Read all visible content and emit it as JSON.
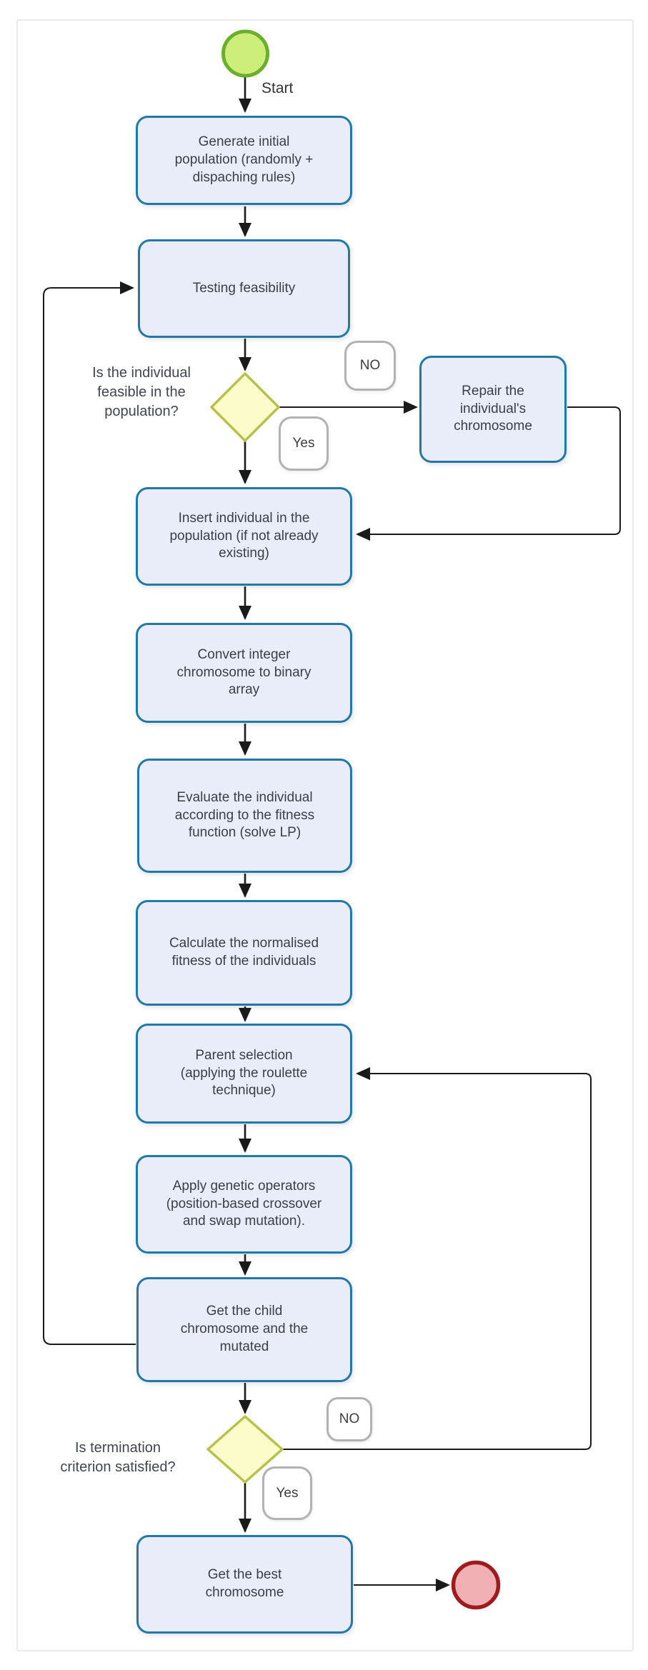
{
  "diagram": {
    "kind": "flowchart",
    "start_label": "Start",
    "nodes": {
      "generate": {
        "label": "Generate initial\npopulation (randomly +\ndispaching rules)"
      },
      "testing": {
        "label": "Testing feasibility"
      },
      "repair": {
        "label": "Repair the\nindividual's\nchromosome"
      },
      "insert": {
        "label": "Insert individual in the\npopulation (if not already\nexisting)"
      },
      "convert": {
        "label": "Convert integer\nchromosome to binary\narray"
      },
      "evaluate": {
        "label": "Evaluate the individual\naccording to the fitness\nfunction (solve LP)"
      },
      "calculate": {
        "label": "Calculate the normalised\nfitness of the individuals"
      },
      "parent": {
        "label": "Parent selection\n(applying the roulette\ntechnique)"
      },
      "apply": {
        "label": "Apply genetic operators\n(position-based crossover\nand swap mutation)."
      },
      "getchild": {
        "label": "Get the child\nchromosome and the\nmutated"
      },
      "getbest": {
        "label": "Get the best\nchromosome"
      }
    },
    "decisions": {
      "feasible": {
        "question": "Is the individual\nfeasible in the\npopulation?",
        "no": "NO",
        "yes": "Yes"
      },
      "termination": {
        "question": "Is termination\ncriterion satisfied?",
        "no": "NO",
        "yes": "Yes"
      }
    },
    "colors": {
      "node_fill": "#e9ecf9",
      "node_border": "#2478a4",
      "decision_fill": "#fbfcca",
      "decision_border": "#b6c24c",
      "start_fill": "#cdef7a",
      "start_border": "#6cae2f",
      "end_fill": "#f1b0b4",
      "end_border": "#9e1b1e",
      "badge_border": "#b2b2b2",
      "connector": "#1a1a1a"
    }
  }
}
